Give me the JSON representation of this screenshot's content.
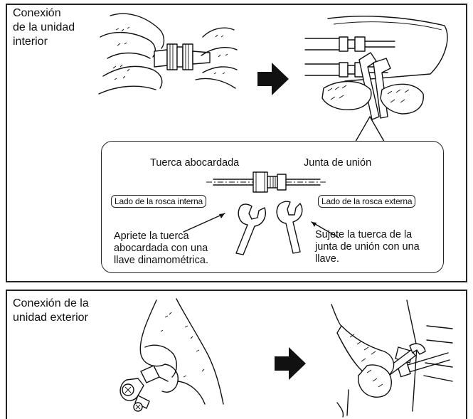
{
  "indoor": {
    "title": "Conexión\nde la unidad\ninterior",
    "flare_nut_label": "Tuerca abocardada",
    "union_label": "Junta de unión",
    "internal_thread_tag": "Lado de la rosca interna",
    "external_thread_tag": "Lado de la rosca externa",
    "torque_note": "Apriete la tuerca\nabocardada con una\nllave dinamométrica.",
    "hold_note": "Sujete la tuerca de la\njunta de unión con una\nllave."
  },
  "outdoor": {
    "title": "Conexión de la\nunidad exterior"
  }
}
